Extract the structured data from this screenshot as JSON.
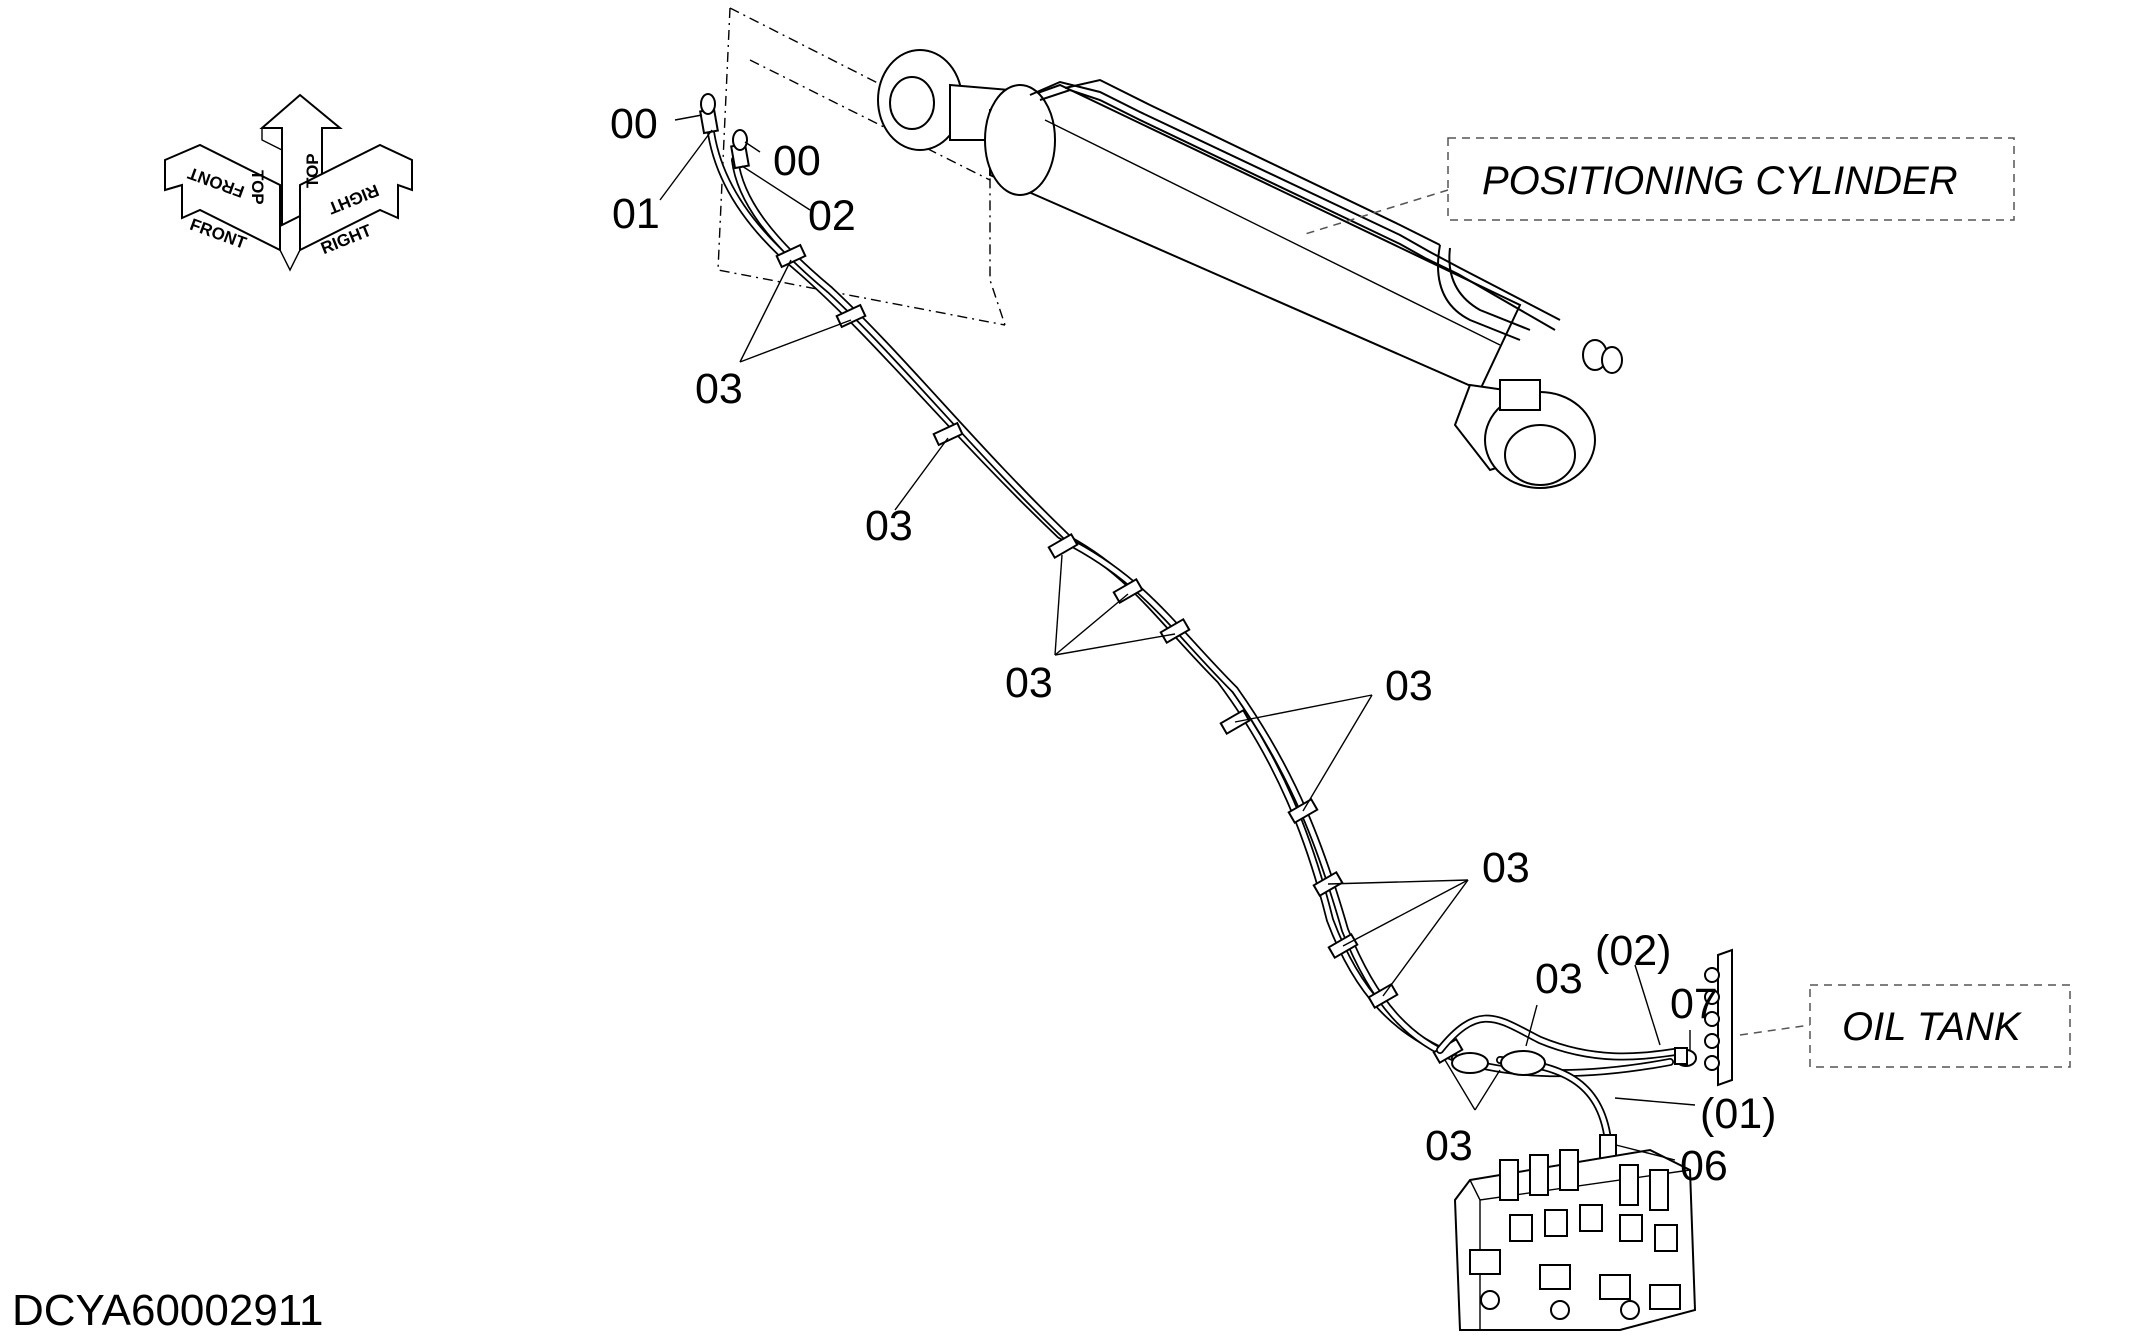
{
  "orientation": {
    "front": "FRONT",
    "top": "TOP",
    "right": "RIGHT"
  },
  "callouts": {
    "box_positioning_cylinder": "POSITIONING CYLINDER",
    "box_oil_tank": "OIL TANK"
  },
  "part_labels": {
    "p00_a": "00",
    "p00_b": "00",
    "p01": "01",
    "p02": "02",
    "p03_a": "03",
    "p03_b": "03",
    "p03_c": "03",
    "p03_d": "03",
    "p03_e": "03",
    "p03_f": "03",
    "p03_g": "03",
    "p02_ref": "(02)",
    "p07": "07",
    "p01_ref": "(01)",
    "p06": "06"
  },
  "drawing_code": "DCYA60002911"
}
